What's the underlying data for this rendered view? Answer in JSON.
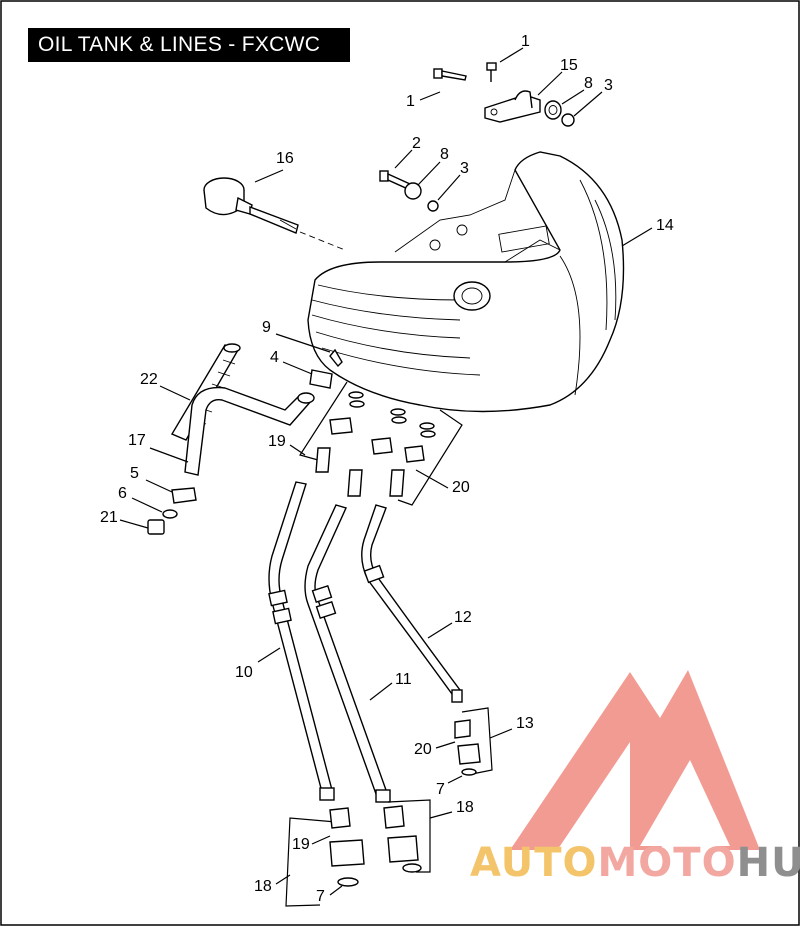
{
  "title": "OIL TANK & LINES - FXCWC",
  "callouts": [
    "1",
    "1",
    "15",
    "8",
    "3",
    "2",
    "8",
    "3",
    "16",
    "14",
    "9",
    "4",
    "22",
    "17",
    "19",
    "20",
    "5",
    "6",
    "21",
    "12",
    "10",
    "11",
    "13",
    "20",
    "7",
    "18",
    "19",
    "18",
    "7"
  ],
  "watermark": {
    "part1": "AUTO",
    "part2": "MOTO",
    "part3": "HUB",
    "colors": {
      "auto": "#f4c46a",
      "moto": "#f2a7a0",
      "hub": "#8f8f8f",
      "mark": "#f08a80"
    }
  }
}
